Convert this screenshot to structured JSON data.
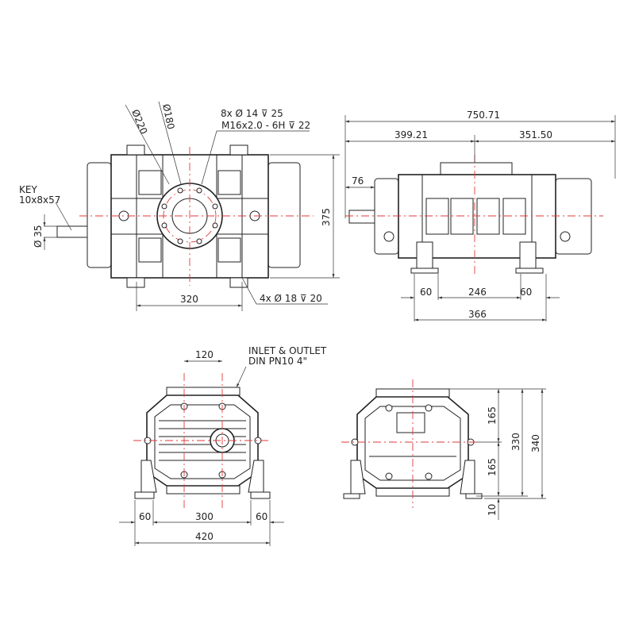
{
  "views": {
    "top": {
      "dia_outer": "Ø220",
      "dia_bolt": "Ø180",
      "flange_holes_line1": "8x Ø 14 ⊽ 25",
      "flange_holes_line2": "M16x2.0 - 6H ⊽ 22",
      "key_line1": "KEY",
      "key_line2": "10x8x57",
      "shaft_dia": "Ø 35",
      "height": "375",
      "foot_spacing": "320",
      "foot_holes": "4x Ø 18 ⊽ 20"
    },
    "side": {
      "overall_length": "750.71",
      "left_length": "399.21",
      "right_length": "351.50",
      "shaft_length": "76",
      "foot_left": "60",
      "foot_center": "246",
      "foot_right": "60",
      "foot_total": "366"
    },
    "front": {
      "port_spacing": "120",
      "port_label_line1": "INLET & OUTLET",
      "port_label_line2": "DIN PN10 4\"",
      "foot_left": "60",
      "foot_center": "300",
      "foot_right": "60",
      "foot_total": "420"
    },
    "rear": {
      "upper_half": "165",
      "lower_half": "165",
      "body_height": "330",
      "total_height": "340",
      "base_offset": "10"
    }
  }
}
